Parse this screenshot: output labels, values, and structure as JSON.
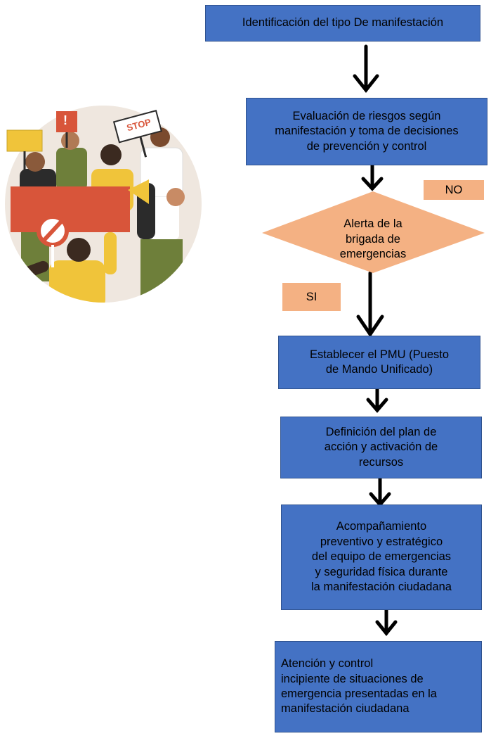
{
  "flow": {
    "step1": "Identificación del tipo De manifestación",
    "step2": "Evaluación de riesgos según\nmanifestación y toma de decisiones\nde prevención y control",
    "decision": "Alerta de la\nbrigada de\nemergencias",
    "no_label": "NO",
    "si_label": "SI",
    "step3": "Establecer el PMU (Puesto\nde Mando Unificado)",
    "step4": "Definición del plan de\nacción y activación de\nrecursos",
    "step5": "Acompañamiento\npreventivo y estratégico\ndel equipo de emergencias\ny seguridad física durante\nla manifestación ciudadana",
    "step6": "Atención y control\n incipiente de situaciones de\nemergencia presentadas en la\nmanifestación ciudadana"
  },
  "colors": {
    "box_fill": "#4472c4",
    "decision_fill": "#f4b183",
    "arrow": "#000000"
  },
  "illustration": {
    "sign_text": "STOP",
    "alert_sign": "!"
  }
}
